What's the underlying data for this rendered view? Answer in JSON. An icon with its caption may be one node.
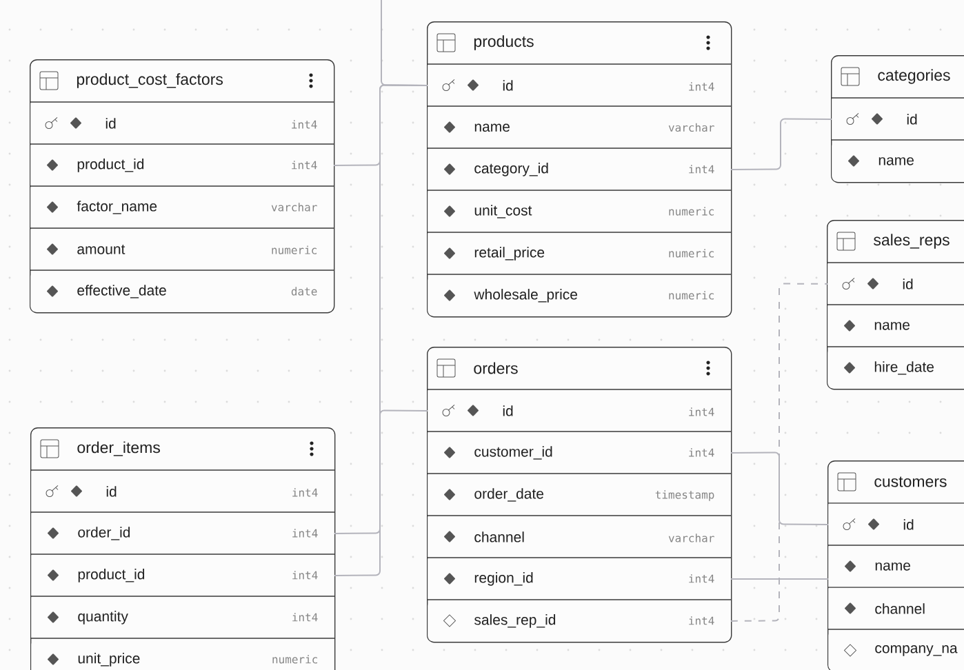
{
  "diagram": {
    "nodes": [
      {
        "text": [
          "product_cost_factors"
        ]
      },
      {
        "text": [
          "id",
          "int4"
        ],
        "in": 0
      },
      {
        "text": [
          "product_id",
          "int4"
        ],
        "in": 0
      },
      {
        "text": [
          "factor_name",
          "varchar"
        ],
        "in": 0
      },
      {
        "text": [
          "amount",
          "numeric"
        ],
        "in": 0
      },
      {
        "text": [
          "effective_date",
          "date"
        ],
        "in": 0
      },
      {
        "text": [
          "products"
        ]
      },
      {
        "text": [
          "id",
          "int4"
        ],
        "in": 6
      },
      {
        "text": [
          "name",
          "varchar"
        ],
        "in": 6
      },
      {
        "text": [
          "category_id",
          "int4"
        ],
        "in": 6
      },
      {
        "text": [
          "unit_cost",
          "numeric"
        ],
        "in": 6
      },
      {
        "text": [
          "retail_price",
          "numeric"
        ],
        "in": 6
      },
      {
        "text": [
          "wholesale_price",
          "numeric"
        ],
        "in": 6
      },
      {
        "text": [
          "categories"
        ]
      },
      {
        "text": [
          "id"
        ],
        "in": 13
      },
      {
        "text": [
          "name"
        ],
        "in": 13
      },
      {
        "text": [
          "sales_reps"
        ]
      },
      {
        "text": [
          "id"
        ],
        "in": 16
      },
      {
        "text": [
          "name"
        ],
        "in": 16
      },
      {
        "text": [
          "hire_date"
        ],
        "in": 16
      },
      {
        "text": [
          "orders"
        ]
      },
      {
        "text": [
          "id",
          "int4"
        ],
        "in": 20
      },
      {
        "text": [
          "customer_id",
          "int4"
        ],
        "in": 20
      },
      {
        "text": [
          "order_date",
          "timestamp"
        ],
        "in": 20
      },
      {
        "text": [
          "channel",
          "varchar"
        ],
        "in": 20
      },
      {
        "text": [
          "region_id",
          "int4"
        ],
        "in": 20
      },
      {
        "text": [
          "sales_rep_id",
          "int4"
        ],
        "in": 20
      },
      {
        "text": [
          "order_items"
        ]
      },
      {
        "text": [
          "id",
          "int4"
        ],
        "in": 27
      },
      {
        "text": [
          "order_id",
          "int4"
        ],
        "in": 27
      },
      {
        "text": [
          "product_id",
          "int4"
        ],
        "in": 27
      },
      {
        "text": [
          "quantity",
          "int4"
        ],
        "in": 27
      },
      {
        "text": [
          "unit_price",
          "numeric"
        ],
        "in": 27
      },
      {
        "text": [
          "customers"
        ]
      },
      {
        "text": [
          "id"
        ],
        "in": 33
      },
      {
        "text": [
          "name"
        ],
        "in": 33
      },
      {
        "text": [
          "channel"
        ],
        "in": 33
      },
      {
        "text": [
          "company_na"
        ],
        "in": 33
      }
    ],
    "edges": [
      {
        "from": null,
        "to": 7,
        "arrow": "none"
      },
      {
        "from": 2,
        "to": 7,
        "arrow": "none"
      },
      {
        "from": 30,
        "to": 7,
        "arrow": "none"
      },
      {
        "from": 29,
        "to": 21,
        "arrow": "none"
      },
      {
        "from": 9,
        "to": 14,
        "arrow": "none"
      },
      {
        "from": 22,
        "to": 34,
        "arrow": "none"
      },
      {
        "from": 25,
        "to": 35,
        "arrow": "none"
      },
      {
        "from": 26,
        "to": 17,
        "arrow": "none",
        "style": "dashed"
      }
    ]
  }
}
